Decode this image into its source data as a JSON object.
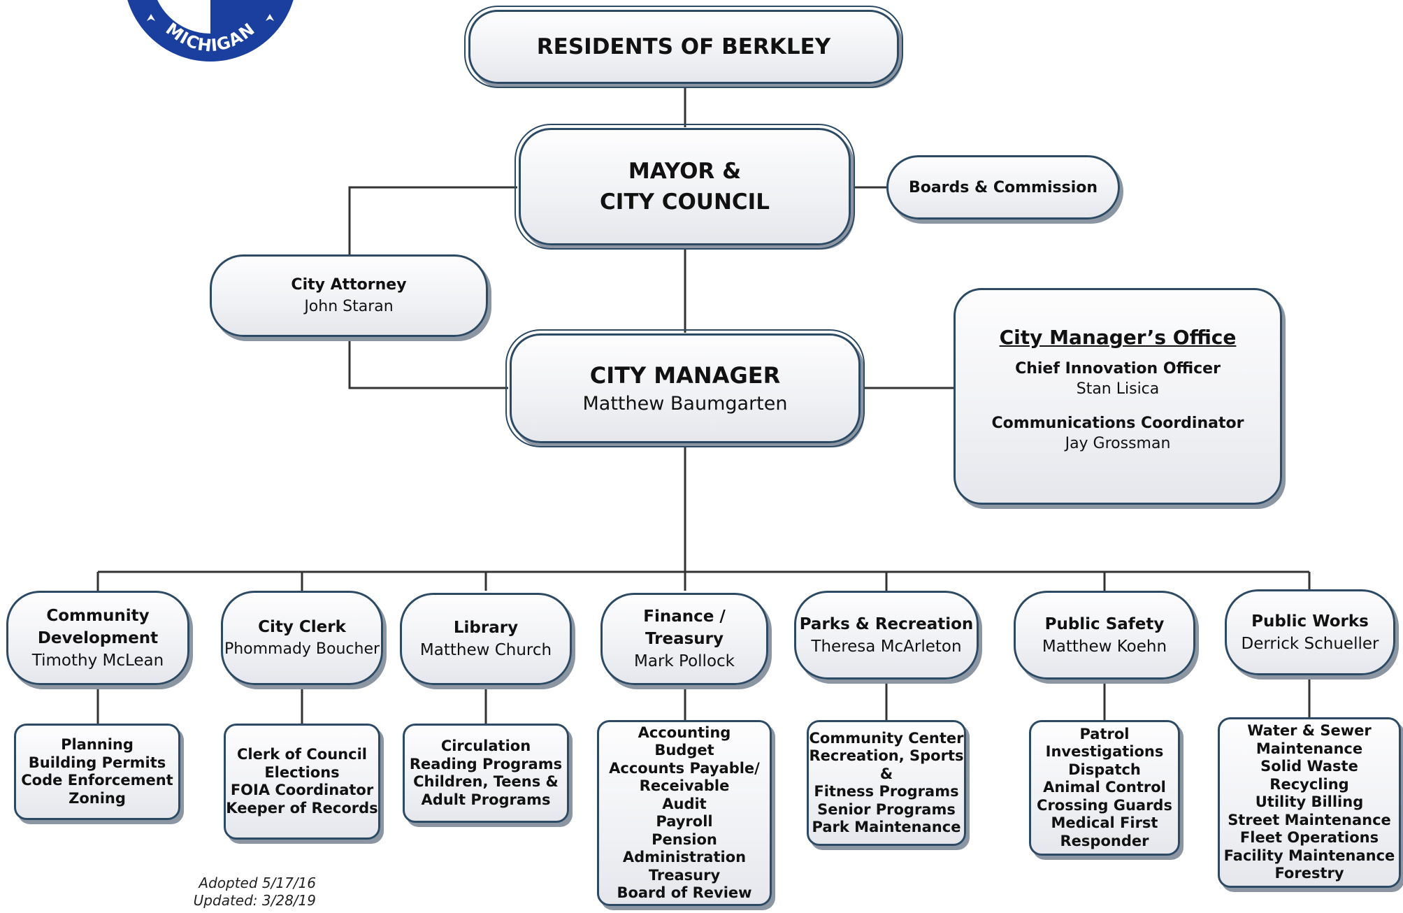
{
  "logo": {
    "text": "MICHIGAN",
    "icon": "city-seal-icon",
    "color": "#1a3f9e"
  },
  "residents": "RESIDENTS OF BERKLEY",
  "council": {
    "line1": "MAYOR &",
    "line2": "CITY COUNCIL"
  },
  "boards": "Boards & Commission",
  "attorney": {
    "title": "City Attorney",
    "name": "John Staran"
  },
  "manager": {
    "title": "CITY MANAGER",
    "name": "Matthew Baumgarten"
  },
  "office": {
    "title": "City Manager’s Office",
    "role1": "Chief Innovation Officer",
    "name1": "Stan Lisica",
    "role2": "Communications Coordinator",
    "name2": "Jay Grossman"
  },
  "departments": [
    {
      "title": "Community Development",
      "name": "Timothy McLean",
      "services": [
        "Planning",
        "Building Permits",
        "Code Enforcement",
        "Zoning"
      ]
    },
    {
      "title": "City Clerk",
      "name": "Phommady Boucher",
      "services": [
        "Clerk of Council",
        "Elections",
        "FOIA Coordinator",
        "Keeper of Records"
      ]
    },
    {
      "title": "Library",
      "name": "Matthew Church",
      "services": [
        "Circulation",
        "Reading Programs",
        "Children, Teens &",
        "Adult Programs"
      ]
    },
    {
      "title": "Finance / Treasury",
      "name": "Mark Pollock",
      "services": [
        "Accounting",
        "Budget",
        "Accounts Payable/",
        "Receivable",
        "Audit",
        "Payroll",
        "Pension Administration",
        "Treasury",
        "Board of Review"
      ]
    },
    {
      "title": "Parks & Recreation",
      "name": "Theresa McArleton",
      "services": [
        "Community Center",
        "Recreation, Sports &",
        "Fitness Programs",
        "Senior Programs",
        "Park Maintenance"
      ]
    },
    {
      "title": "Public Safety",
      "name": "Matthew Koehn",
      "services": [
        "Patrol",
        "Investigations",
        "Dispatch",
        "Animal Control",
        "Crossing Guards",
        "Medical First",
        "Responder"
      ]
    },
    {
      "title": "Public Works",
      "name": "Derrick Schueller",
      "services": [
        "Water & Sewer",
        "Maintenance",
        "Solid Waste",
        "Recycling",
        "Utility Billing",
        "Street Maintenance",
        "Fleet Operations",
        "Facility Maintenance",
        "Forestry"
      ]
    }
  ],
  "footnote": {
    "adopted": "Adopted 5/17/16",
    "updated": "Updated: 3/28/19"
  },
  "colors": {
    "border": "#2d4a64",
    "shadow": "#8c96a3",
    "line": "#333333"
  }
}
